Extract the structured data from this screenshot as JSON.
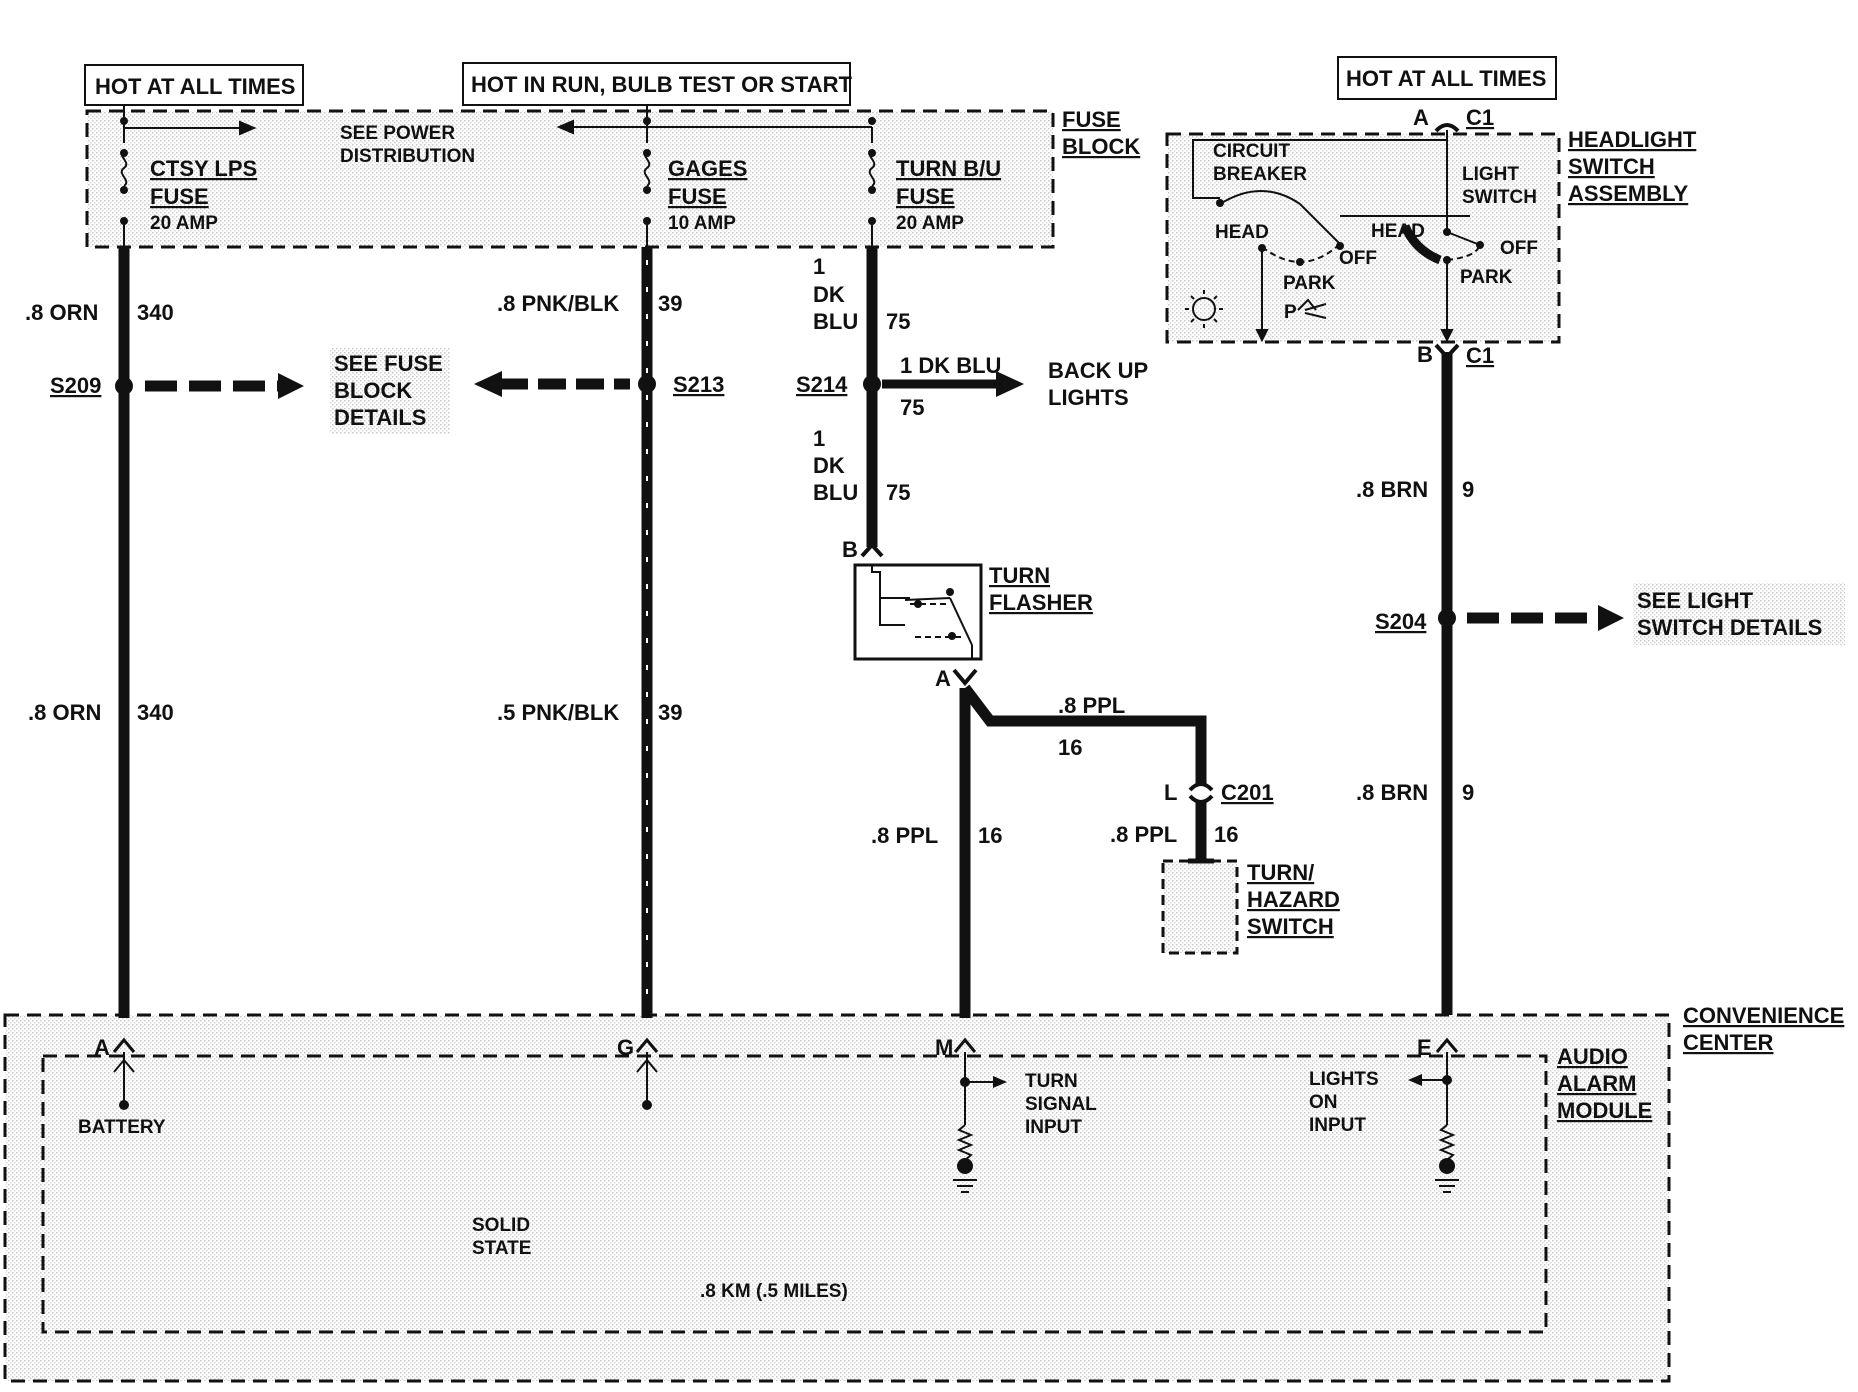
{
  "boxes": {
    "hot_left": "HOT AT ALL TIMES",
    "hot_run": "HOT IN RUN, BULB TEST OR START",
    "hot_right": "HOT AT ALL TIMES"
  },
  "fuse_block": {
    "title_line1": "FUSE",
    "title_line2": "BLOCK",
    "see_power_line1": "SEE POWER",
    "see_power_line2": "DISTRIBUTION",
    "ctsy_name": "CTSY LPS",
    "ctsy_fuse": "FUSE",
    "ctsy_amp": "20 AMP",
    "gages_name": "GAGES",
    "gages_fuse": "FUSE",
    "gages_amp": "10 AMP",
    "turn_name": "TURN B/U",
    "turn_fuse": "FUSE",
    "turn_amp": "20 AMP"
  },
  "headlight_switch": {
    "title_line1": "HEADLIGHT",
    "title_line2": "SWITCH",
    "title_line3": "ASSEMBLY",
    "conn_a": "A",
    "conn_c1_top": "C1",
    "conn_b": "B",
    "conn_c1_bottom": "C1",
    "circuit_breaker_line1": "CIRCUIT",
    "circuit_breaker_line2": "BREAKER",
    "light_switch_line1": "LIGHT",
    "light_switch_line2": "SWITCH",
    "head_left": "HEAD",
    "off_left": "OFF",
    "park_left": "PARK",
    "head_right": "HEAD",
    "off_right": "OFF",
    "park_right": "PARK",
    "p_symbol": "P"
  },
  "wires": {
    "orn_top_size": ".8 ORN",
    "orn_top_num": "340",
    "orn_bot_size": ".8 ORN",
    "orn_bot_num": "340",
    "pnk_top_size": ".8 PNK/BLK",
    "pnk_top_num": "39",
    "pnk_bot_size": ".5 PNK/BLK",
    "pnk_bot_num": "39",
    "dkblu_top_1": "1",
    "dkblu_top_2": "DK",
    "dkblu_top_3": "BLU",
    "dkblu_top_num": "75",
    "dkblu_backup_size": "1 DK BLU",
    "dkblu_backup_num": "75",
    "dkblu_mid_1": "1",
    "dkblu_mid_2": "DK",
    "dkblu_mid_3": "BLU",
    "dkblu_mid_num": "75",
    "ppl_h_size": ".8 PPL",
    "ppl_h_num": "16",
    "ppl_v_size": ".8 PPL",
    "ppl_v_num": "16",
    "ppl_sw_size": ".8 PPL",
    "ppl_sw_num": "16",
    "brn_top_size": ".8 BRN",
    "brn_top_num": "9",
    "brn_bot_size": ".8 BRN",
    "brn_bot_num": "9"
  },
  "splices": {
    "s209": "S209",
    "s213": "S213",
    "s214": "S214",
    "s204": "S204"
  },
  "references": {
    "see_fuse_1": "SEE FUSE",
    "see_fuse_2": "BLOCK",
    "see_fuse_3": "DETAILS",
    "backup_1": "BACK UP",
    "backup_2": "LIGHTS",
    "see_light_1": "SEE LIGHT",
    "see_light_2": "SWITCH DETAILS"
  },
  "turn_flasher": {
    "pin_b": "B",
    "pin_a": "A",
    "title_line1": "TURN",
    "title_line2": "FLASHER"
  },
  "hazard_switch": {
    "pin_l": "L",
    "conn": "C201",
    "title_line1": "TURN/",
    "title_line2": "HAZARD",
    "title_line3": "SWITCH"
  },
  "convenience_center": {
    "title_line1": "CONVENIENCE",
    "title_line2": "CENTER",
    "module_line1": "AUDIO",
    "module_line2": "ALARM",
    "module_line3": "MODULE",
    "pin_a": "A",
    "pin_g": "G",
    "pin_m": "M",
    "pin_e": "E",
    "battery": "BATTERY",
    "turn_sig_1": "TURN",
    "turn_sig_2": "SIGNAL",
    "turn_sig_3": "INPUT",
    "lights_on_1": "LIGHTS",
    "lights_on_2": "ON",
    "lights_on_3": "INPUT",
    "solid_1": "SOLID",
    "solid_2": "STATE",
    "range": ".8 KM (.5 MILES)"
  }
}
